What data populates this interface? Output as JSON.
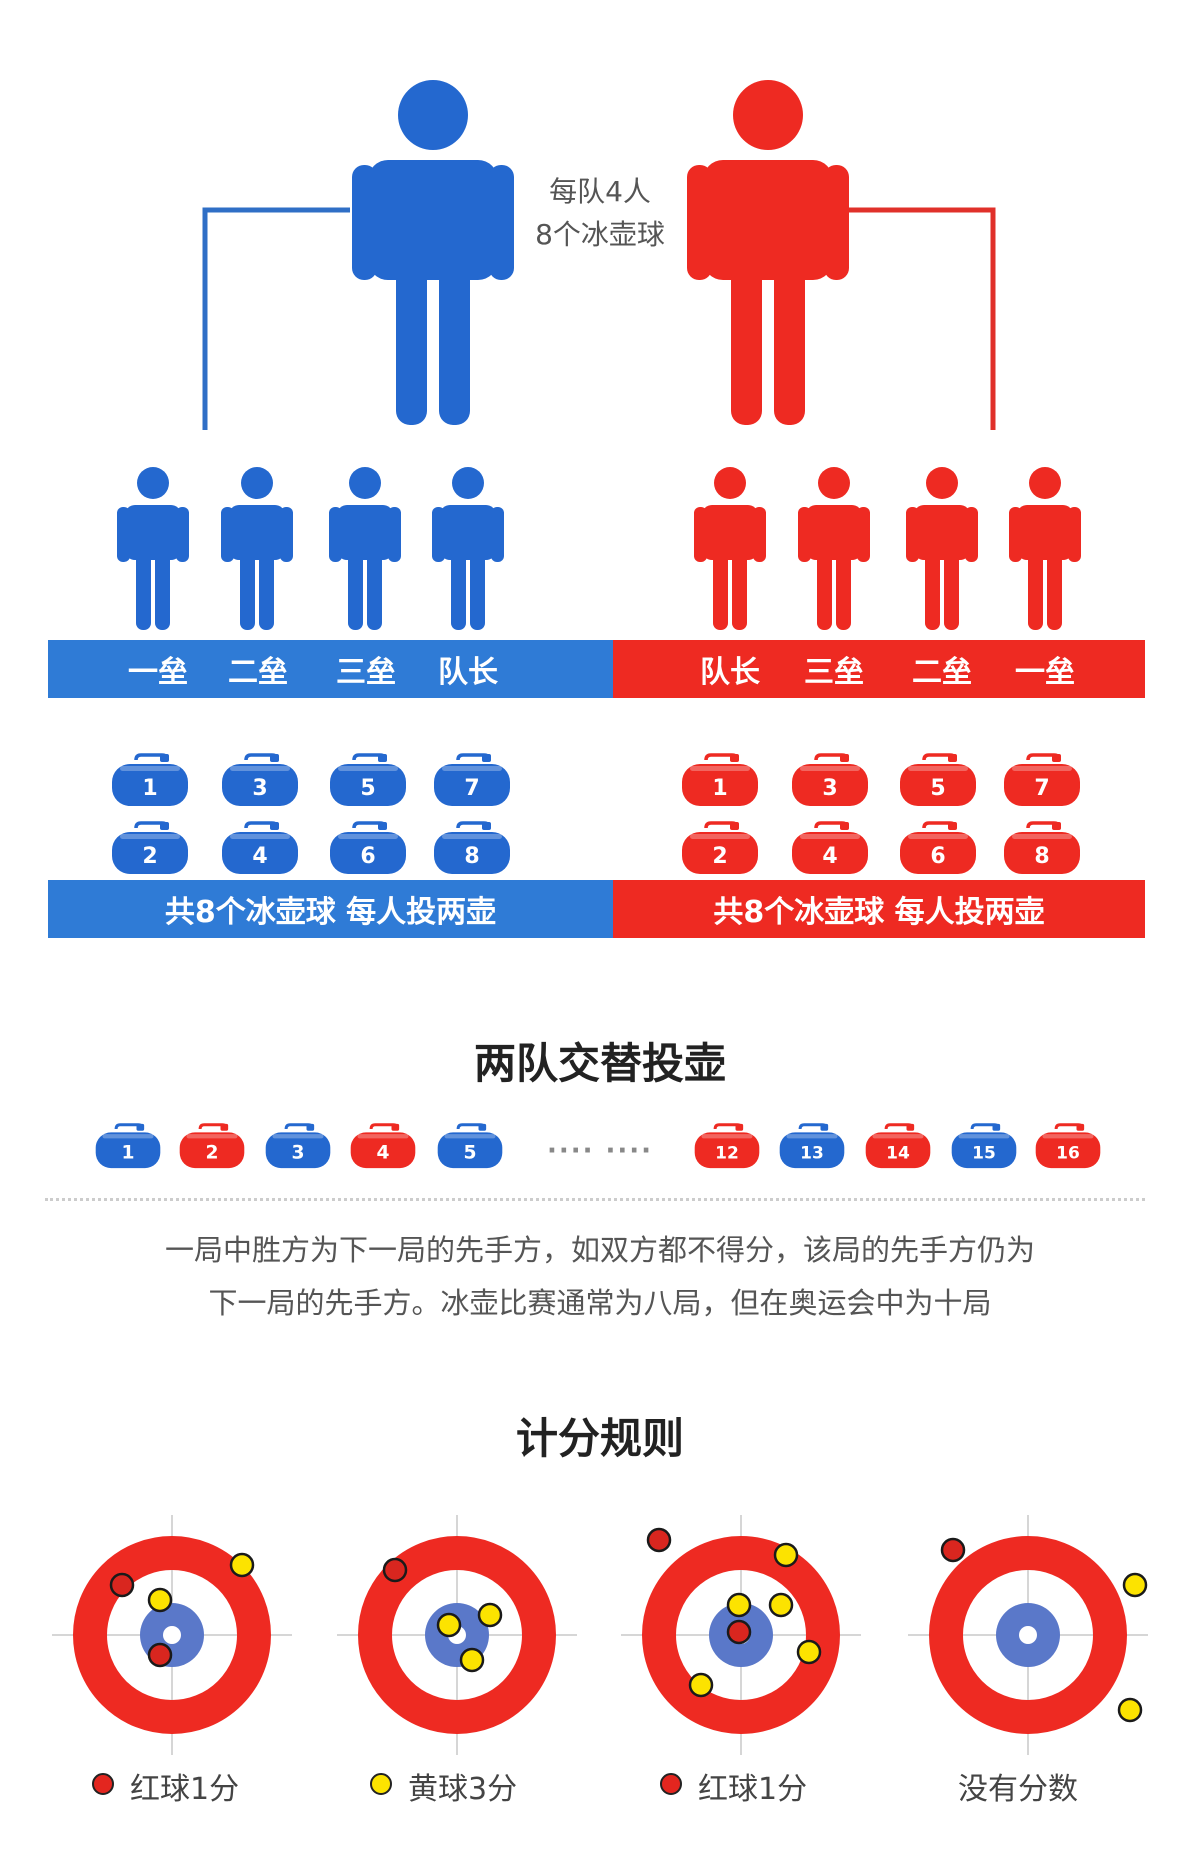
{
  "colors": {
    "blue": "#2468cf",
    "red": "#ee2a22",
    "bar_blue": "#2f7bd6",
    "bar_red": "#ee2a22",
    "yellow": "#fce300"
  },
  "header": {
    "line1": "每队4人",
    "line2": "8个冰壶球"
  },
  "blue_team": {
    "positions": [
      "一垒",
      "二垒",
      "三垒",
      "队长"
    ],
    "stones": [
      "1",
      "3",
      "5",
      "7",
      "2",
      "4",
      "6",
      "8"
    ],
    "footer": "共8个冰壶球 每人投两壶"
  },
  "red_team": {
    "positions": [
      "队长",
      "三垒",
      "二垒",
      "一垒"
    ],
    "stones": [
      "1",
      "3",
      "5",
      "7",
      "2",
      "4",
      "6",
      "8"
    ],
    "footer": "共8个冰壶球 每人投两壶"
  },
  "alternate": {
    "title": "两队交替投壶",
    "stones": [
      {
        "num": "1",
        "team": "blue"
      },
      {
        "num": "2",
        "team": "red"
      },
      {
        "num": "3",
        "team": "blue"
      },
      {
        "num": "4",
        "team": "red"
      },
      {
        "num": "5",
        "team": "blue"
      },
      {
        "num": "12",
        "team": "red"
      },
      {
        "num": "13",
        "team": "blue"
      },
      {
        "num": "14",
        "team": "red"
      },
      {
        "num": "15",
        "team": "blue"
      },
      {
        "num": "16",
        "team": "red"
      }
    ],
    "ellipsis": "···· ····",
    "desc_line1": "一局中胜方为下一局的先手方，如双方都不得分，该局的先手方仍为",
    "desc_line2": "下一局的先手方。冰壶比赛通常为八局，但在奥运会中为十局"
  },
  "scoring": {
    "title": "计分规则",
    "targets": [
      {
        "label": "红球1分",
        "legend_color": "red"
      },
      {
        "label": "黄球3分",
        "legend_color": "yellow"
      },
      {
        "label": "红球1分",
        "legend_color": "red"
      },
      {
        "label": "没有分数",
        "legend_color": ""
      }
    ]
  }
}
